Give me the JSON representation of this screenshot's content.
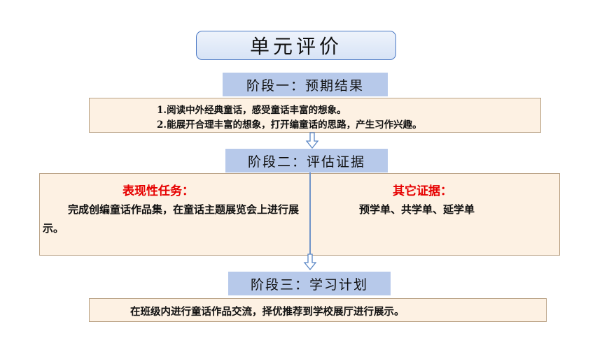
{
  "title": "单元评价",
  "stage1": {
    "label": "阶段一：预期结果",
    "lines": [
      "1.阅读中外经典童话，感受童话丰富的想象。",
      "2.能展开合理丰富的想象，打开编童话的思路，产生习作兴趣。"
    ]
  },
  "stage2": {
    "label": "阶段二：评估证据",
    "left_title": "表现性任务：",
    "left_text": "完成创编童话作品集，在童话主题展览会上进行展示。",
    "right_title": "其它证据：",
    "right_text": "预学单、共学单、延学单"
  },
  "stage3": {
    "label": "阶段三：学习计划",
    "text": "在班级内进行童话作品交流，择优推荐到学校展厅进行展示。"
  },
  "colors": {
    "stage_fill": "#b7c9ea",
    "panel_fill": "#fdf1e3",
    "highlight_text": "#e60000",
    "title_border": "#4a78c4"
  }
}
